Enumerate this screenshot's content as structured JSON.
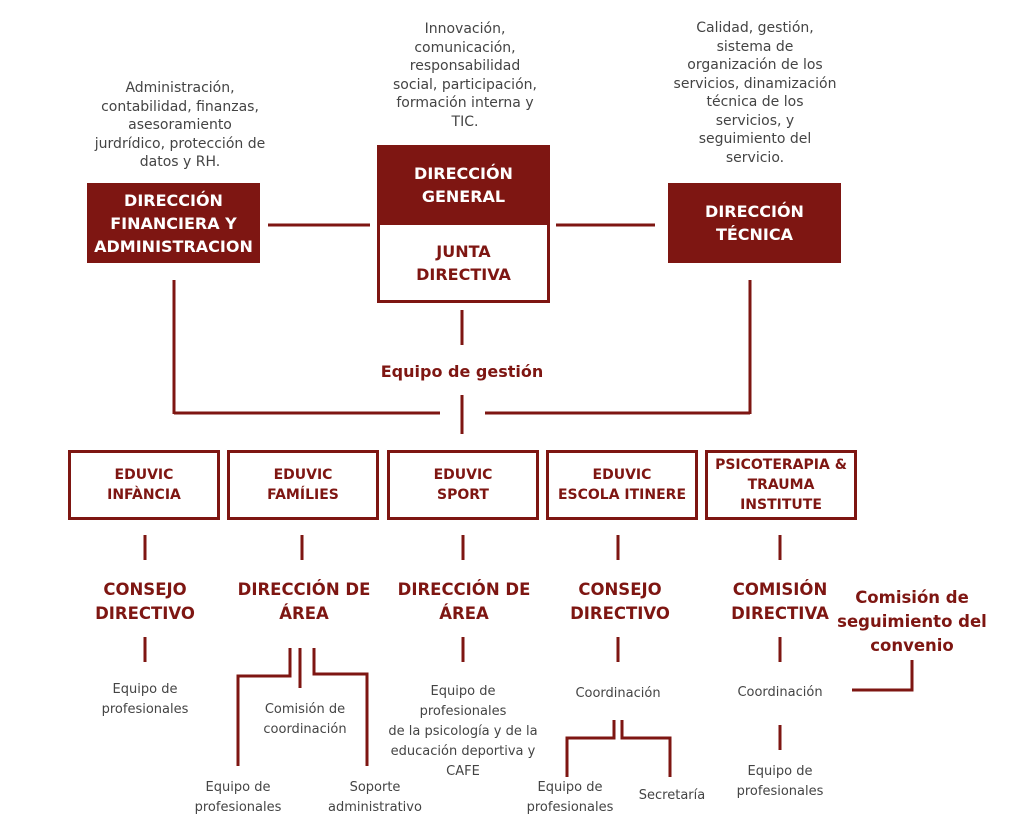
{
  "colors": {
    "accent": "#7e1612",
    "text": "#444444"
  },
  "top": {
    "financiera": {
      "description": "Administración,\ncontabilidad, finanzas,\nasesoramiento\njurdrídico, protección de\ndatos y RH.",
      "label": "DIRECCIÓN\nFINANCIERA Y\nADMINISTRACION"
    },
    "general": {
      "description": "Innovación,\ncomunicación,\nresponsabilidad\nsocial, participación,\nformación interna y\nTIC.",
      "label": "DIRECCIÓN\nGENERAL",
      "junta": "JUNTA\nDIRECTIVA"
    },
    "tecnica": {
      "description": "Calidad, gestión,\nsistema de\norganización de los\nservicios, dinamización\ntécnica de los\nservicios, y\nseguimiento del\nservicio.",
      "label": "DIRECCIÓN\nTÉCNICA"
    },
    "equipo_gestion": "Equipo de gestión"
  },
  "units": [
    {
      "label": "EDUVIC\nINFÀNCIA",
      "direction": "CONSEJO\nDIRECTIVO",
      "children": [
        "Equipo de\nprofesionales"
      ]
    },
    {
      "label": "EDUVIC\nFAMÍLIES",
      "direction": "DIRECCIÓN DE\nÁREA",
      "children": [
        "Comisión de\ncoordinación",
        "Equipo de\nprofesionales",
        "Soporte\nadministrativo"
      ]
    },
    {
      "label": "EDUVIC\nSPORT",
      "direction": "DIRECCIÓN DE\nÁREA",
      "children": [
        "Equipo de\nprofesionales\nde la psicología y de la\neducación deportiva y\nCAFE"
      ]
    },
    {
      "label": "EDUVIC\nESCOLA ITINERE",
      "direction": "CONSEJO\nDIRECTIVO",
      "children": [
        "Coordinación",
        "Equipo de\nprofesionales",
        "Secretaría"
      ]
    },
    {
      "label": "PSICOTERAPIA &\nTRAUMA INSTITUTE",
      "direction": "COMISIÓN\nDIRECTIVA",
      "children": [
        "Coordinación",
        "Equipo de\nprofesionales"
      ]
    }
  ],
  "convenio": "Comisión de\nseguimiento del\nconvenio"
}
